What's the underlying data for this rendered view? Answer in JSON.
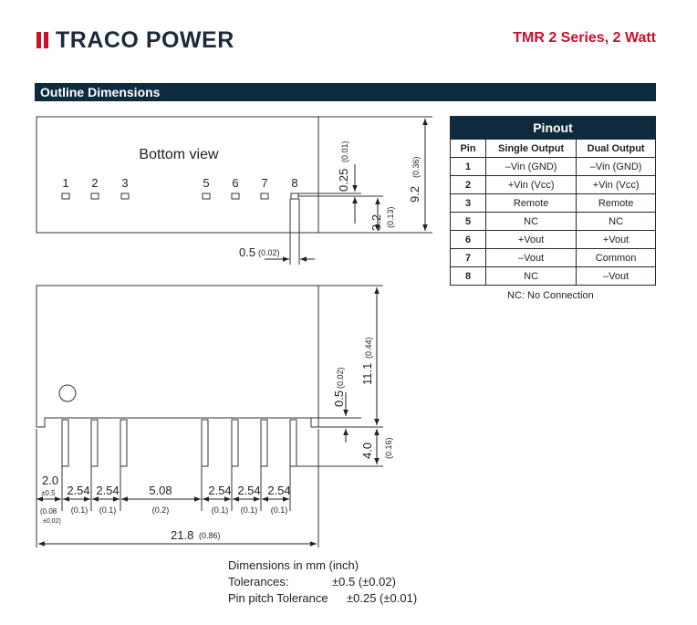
{
  "header": {
    "brand": "TRACO POWER",
    "series": "TMR 2 Series, 2 Watt"
  },
  "section": {
    "title": "Outline Dimensions"
  },
  "drawing": {
    "view_label": "Bottom view",
    "pin_numbers": [
      "1",
      "2",
      "3",
      "5",
      "6",
      "7",
      "8"
    ],
    "dim_025": "0.25",
    "dim_025_in": "(0.01)",
    "dim_92": "9.2",
    "dim_92_in": "(0.36)",
    "dim_32": "3.2",
    "dim_32_in": "(0.13)",
    "dim_05_top": "0.5",
    "dim_05_top_in": "(0.02)",
    "dim_111": "11.1",
    "dim_111_in": "(0.44)",
    "dim_05_side": "0.5",
    "dim_05_side_in": "(0.02)",
    "dim_40": "4.0",
    "dim_40_in": "(0.16)",
    "dim_20": "2.0",
    "dim_20_tol": "±0.5",
    "dim_20_in": "(0.08",
    "dim_20_in_tol": "±0.02)",
    "pitch": "2.54",
    "pitch_in": "(0.1)",
    "dim_508": "5.08",
    "dim_508_in": "(0.2)",
    "dim_218": "21.8",
    "dim_218_in": "(0.86)"
  },
  "pinout": {
    "title": "Pinout",
    "columns": [
      "Pin",
      "Single Output",
      "Dual Output"
    ],
    "rows": [
      {
        "pin": "1",
        "single": "–Vin (GND)",
        "dual": "–Vin (GND)"
      },
      {
        "pin": "2",
        "single": "+Vin (Vcc)",
        "dual": "+Vin (Vcc)"
      },
      {
        "pin": "3",
        "single": "Remote",
        "dual": "Remote"
      },
      {
        "pin": "5",
        "single": "NC",
        "dual": "NC"
      },
      {
        "pin": "6",
        "single": "+Vout",
        "dual": "+Vout"
      },
      {
        "pin": "7",
        "single": "–Vout",
        "dual": "Common"
      },
      {
        "pin": "8",
        "single": "NC",
        "dual": "–Vout"
      }
    ],
    "note": "NC: No Connection"
  },
  "notes": {
    "line1": "Dimensions in mm (inch)",
    "tol_label": "Tolerances:",
    "tol_value": "±0.5 (±0.02)",
    "pitch_label": "Pin pitch Tolerance",
    "pitch_value": "±0.25 (±0.01)"
  },
  "colors": {
    "brand_red": "#c8102e",
    "bar_navy": "#0e2a3d"
  }
}
